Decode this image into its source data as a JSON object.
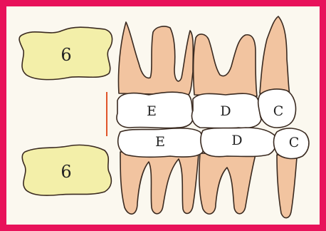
{
  "labels": {
    "upper_molar": "6",
    "lower_molar": "6",
    "upper_e": "E",
    "upper_d": "D",
    "upper_c": "C",
    "lower_e": "E",
    "lower_d": "D",
    "lower_c": "C"
  },
  "colors": {
    "frame": "#e8125a",
    "background": "#fbf8ef",
    "molar_fill": "#f3efa9",
    "root_fill": "#f2c4a0",
    "crown_fill": "#ffffff",
    "outline": "#3a2a20",
    "divider": "#e0542a"
  }
}
